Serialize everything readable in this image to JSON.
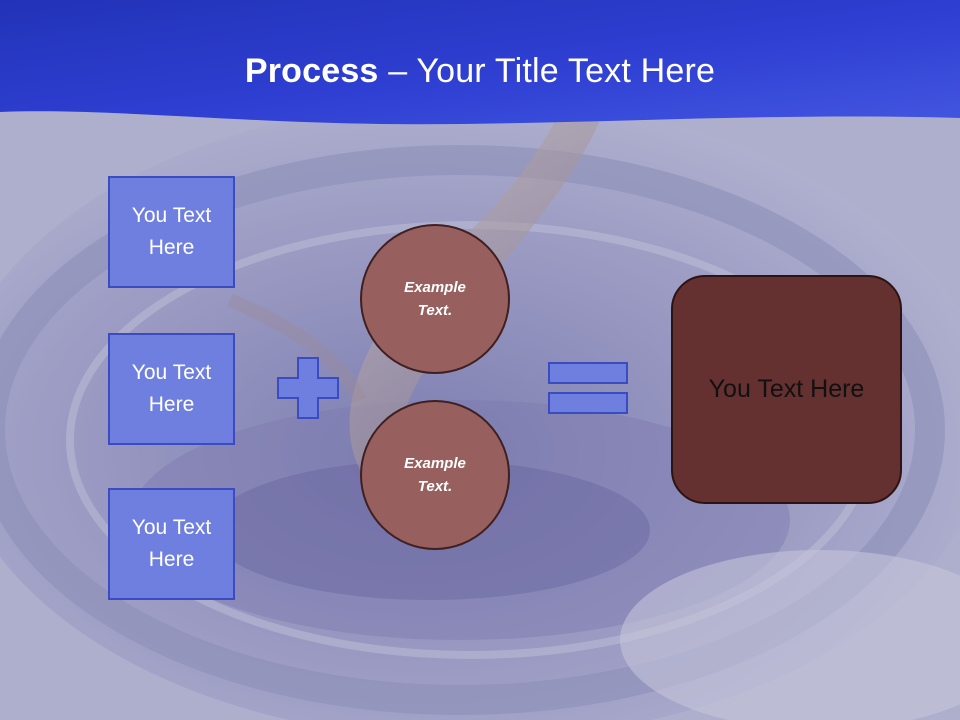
{
  "slide": {
    "title_bold": "Process",
    "title_rest": " – Your Title Text Here"
  },
  "inputs": [
    {
      "label": "You Text Here"
    },
    {
      "label": "You Text Here"
    },
    {
      "label": "You Text Here"
    }
  ],
  "examples": [
    {
      "label": "Example Text."
    },
    {
      "label": "Example Text."
    }
  ],
  "result": {
    "label": "You Text Here"
  },
  "operators": {
    "plus": "plus-icon",
    "equals": "equals-icon"
  },
  "colors": {
    "header": "#2a3ccf",
    "input_box": "#6f7fe0",
    "circle": "#985f5f",
    "result_box": "#643030"
  }
}
